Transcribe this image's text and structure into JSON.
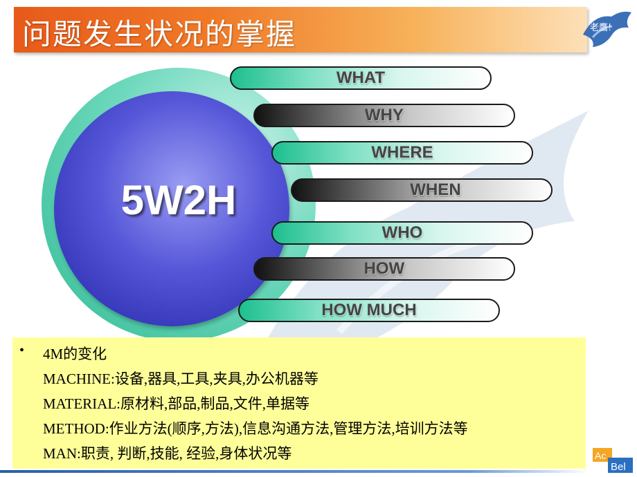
{
  "title": "问题发生状况的掌握",
  "center_label": "5W2H",
  "items": [
    {
      "label": "WHAT",
      "style": "teal"
    },
    {
      "label": "WHY",
      "style": "dark"
    },
    {
      "label": "WHERE",
      "style": "teal"
    },
    {
      "label": "WHEN",
      "style": "dark"
    },
    {
      "label": "WHO",
      "style": "teal"
    },
    {
      "label": "HOW",
      "style": "dark"
    },
    {
      "label": "HOW MUCH",
      "style": "teal"
    }
  ],
  "notes": {
    "bullet": "•",
    "heading": "4M的变化",
    "lines": [
      "MACHINE:设备,器具,工具,夹具,办公机器等",
      "MATERIAL:原材料,部品,制品,文件,单据等",
      "METHOD:作业方法(顺序,方法),信息沟通方法,管理方法,培训方法等",
      "MAN:职责, 判断,技能, 经验,身体状况等"
    ]
  },
  "badge_text": "老鷹!",
  "logo": {
    "top": "Ac",
    "bottom": "Bel"
  },
  "colors": {
    "title_orange": "#f07a28",
    "core_blue": "#4a4bd0",
    "ring_teal": "#3fc9a2",
    "notes_yellow": "#ffff99"
  }
}
